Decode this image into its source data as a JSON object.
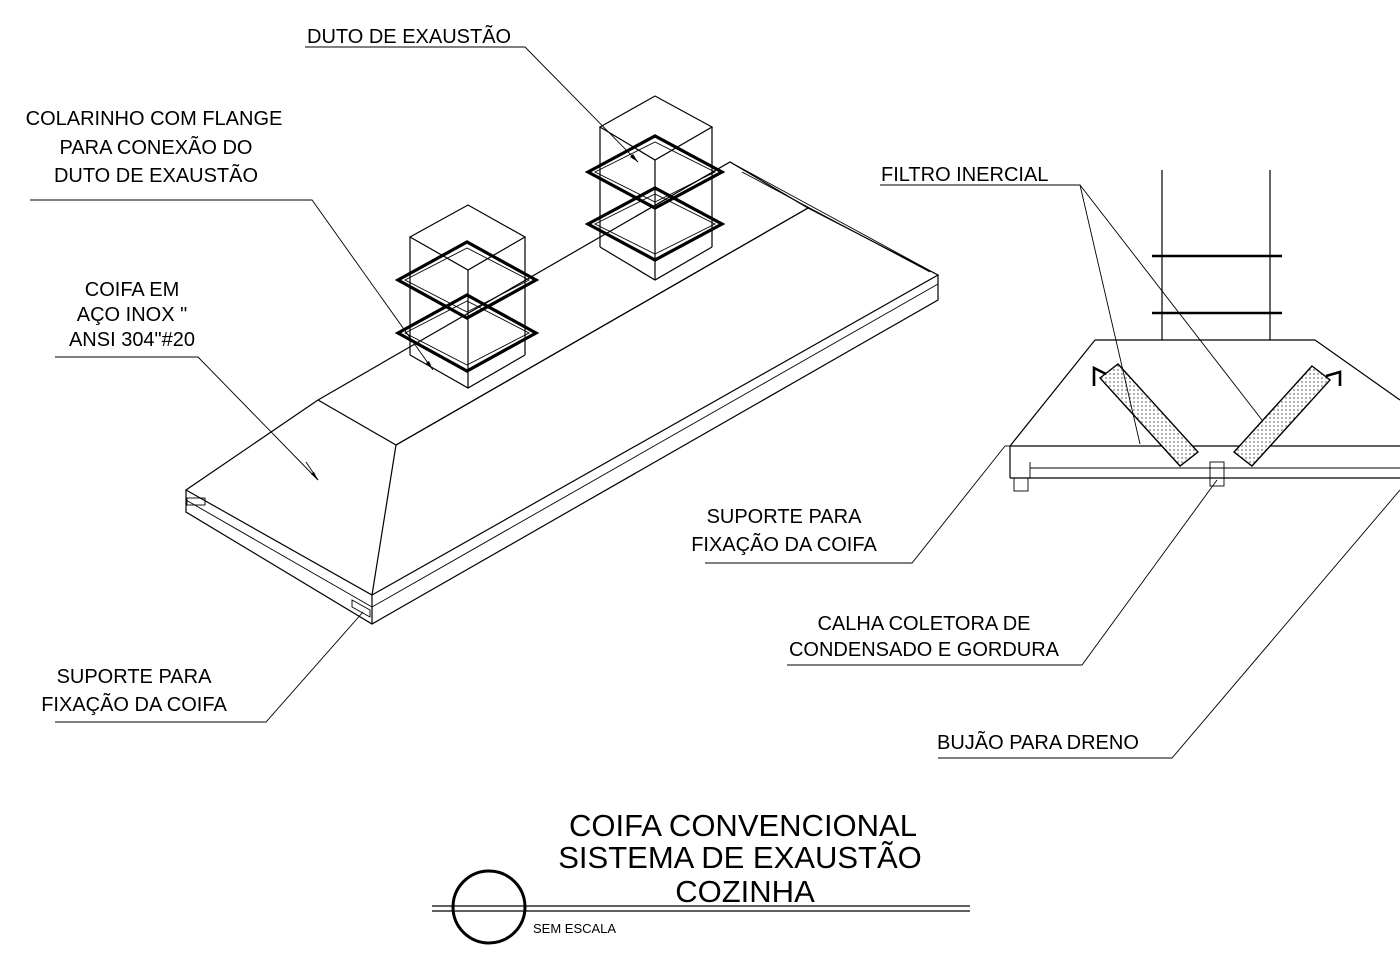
{
  "labels": {
    "duto": "DUTO DE EXAUSTÃO",
    "colarinho": [
      "COLARINHO COM FLANGE",
      "PARA CONEXÃO DO",
      "DUTO DE EXAUSTÃO"
    ],
    "coifa_inox": [
      "COIFA EM",
      "AÇO INOX \"",
      "ANSI 304\"#20"
    ],
    "suporte_left": [
      "SUPORTE PARA",
      "FIXAÇÃO DA COIFA"
    ],
    "filtro": "FILTRO INERCIAL",
    "suporte_right": [
      "SUPORTE PARA",
      "FIXAÇÃO DA COIFA"
    ],
    "calha": [
      "CALHA COLETORA DE",
      "CONDENSADO E GORDURA"
    ],
    "bujao": "BUJÃO PARA DRENO"
  },
  "title": [
    "COIFA CONVENCIONAL",
    "SISTEMA DE EXAUSTÃO",
    "COZINHA"
  ],
  "scale": "SEM ESCALA",
  "colors": {
    "line": "#000000",
    "filter_fill": "#d8d8d8",
    "background": "#ffffff"
  }
}
